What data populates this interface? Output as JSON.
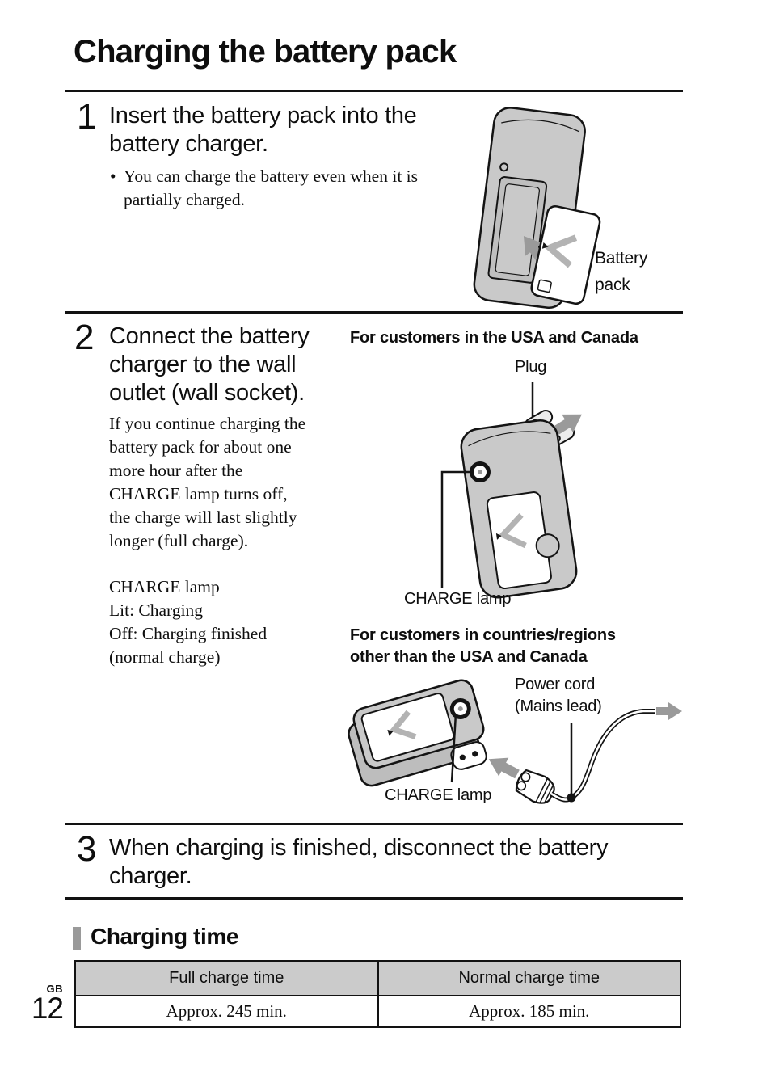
{
  "page": {
    "title": "Charging the battery pack",
    "region_code": "GB",
    "page_number": "12"
  },
  "step1": {
    "number": "1",
    "heading": "Insert the battery pack into the\nbattery charger.",
    "bullet_marker": "•",
    "bullet_text": "You can charge the battery even when it is\npartially charged.",
    "figure": {
      "battery_pack_label": "Battery\npack"
    }
  },
  "step2": {
    "number": "2",
    "heading": "Connect the battery\ncharger to the wall\noutlet (wall socket).",
    "body": "If you continue charging the\nbattery pack for about one\nmore hour after the\nCHARGE lamp turns off,\nthe charge will last slightly\nlonger (full charge).",
    "lamp_note": "CHARGE lamp\nLit: Charging\nOff: Charging finished\n(normal charge)",
    "usa_canada": {
      "title": "For customers in the USA and Canada",
      "plug_label": "Plug",
      "charge_lamp_label": "CHARGE lamp"
    },
    "other_regions": {
      "title": "For customers in countries/regions\nother than the USA and Canada",
      "power_cord_label": "Power cord\n(Mains lead)",
      "charge_lamp_label": "CHARGE lamp"
    }
  },
  "step3": {
    "number": "3",
    "heading": "When charging is finished, disconnect the battery\ncharger."
  },
  "charging_time": {
    "section_title": "Charging time",
    "table": {
      "headers": [
        "Full charge time",
        "Normal charge time"
      ],
      "rows": [
        [
          "Approx. 245 min.",
          "Approx. 185 min."
        ]
      ]
    }
  },
  "colors": {
    "text": "#0e0e0e",
    "table_header_bg": "#cbcbcb",
    "section_bar": "#9a9a9a",
    "charger_body": "#c9c9c9",
    "arrow_gray": "#9a9a9a"
  }
}
